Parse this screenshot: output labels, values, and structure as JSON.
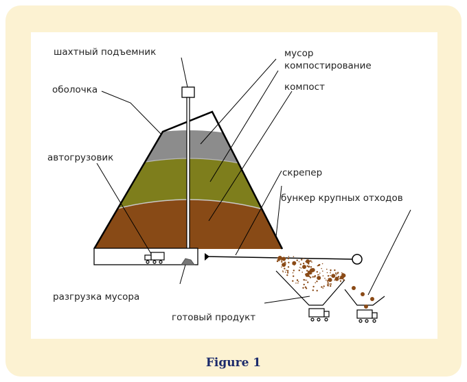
{
  "labels": {
    "lift": "шахтный подъемник",
    "shell": "оболочка",
    "trash": "мусор",
    "composting": "компостирование",
    "compost": "компост",
    "truck": "автогрузовик",
    "scraper": "скрепер",
    "bunker": "бункер крупных отходов",
    "unloading": "разгрузка мусора",
    "product": "готовый продукт"
  },
  "caption": "Figure 1",
  "colors": {
    "frame": "#fcf2d2",
    "trash_layer": "#8c8c8c",
    "composting_layer": "#7e7e1c",
    "compost_layer": "#884a16",
    "particles": "#8a4a16",
    "caption": "#1b2a6b"
  }
}
